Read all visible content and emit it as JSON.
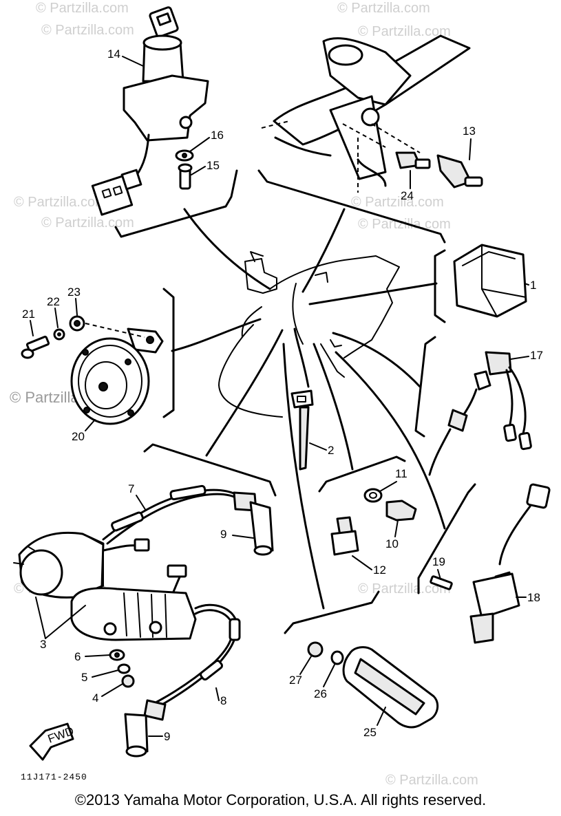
{
  "watermark": {
    "text": "© Partzilla.com",
    "left_text": "© Partzilla.com"
  },
  "diagram_code": "11J171-2450",
  "fwd_label": "FWD",
  "copyright": "©2013  Yamaha Motor Corporation, U.S.A. All rights reserved.",
  "callouts": [
    "14",
    "16",
    "15",
    "13",
    "24",
    "1",
    "23",
    "22",
    "21",
    "20",
    "17",
    "2",
    "7",
    "9",
    "11",
    "10",
    "12",
    "19",
    "18",
    "3",
    "6",
    "5",
    "4",
    "8",
    "9",
    "27",
    "26",
    "25"
  ]
}
